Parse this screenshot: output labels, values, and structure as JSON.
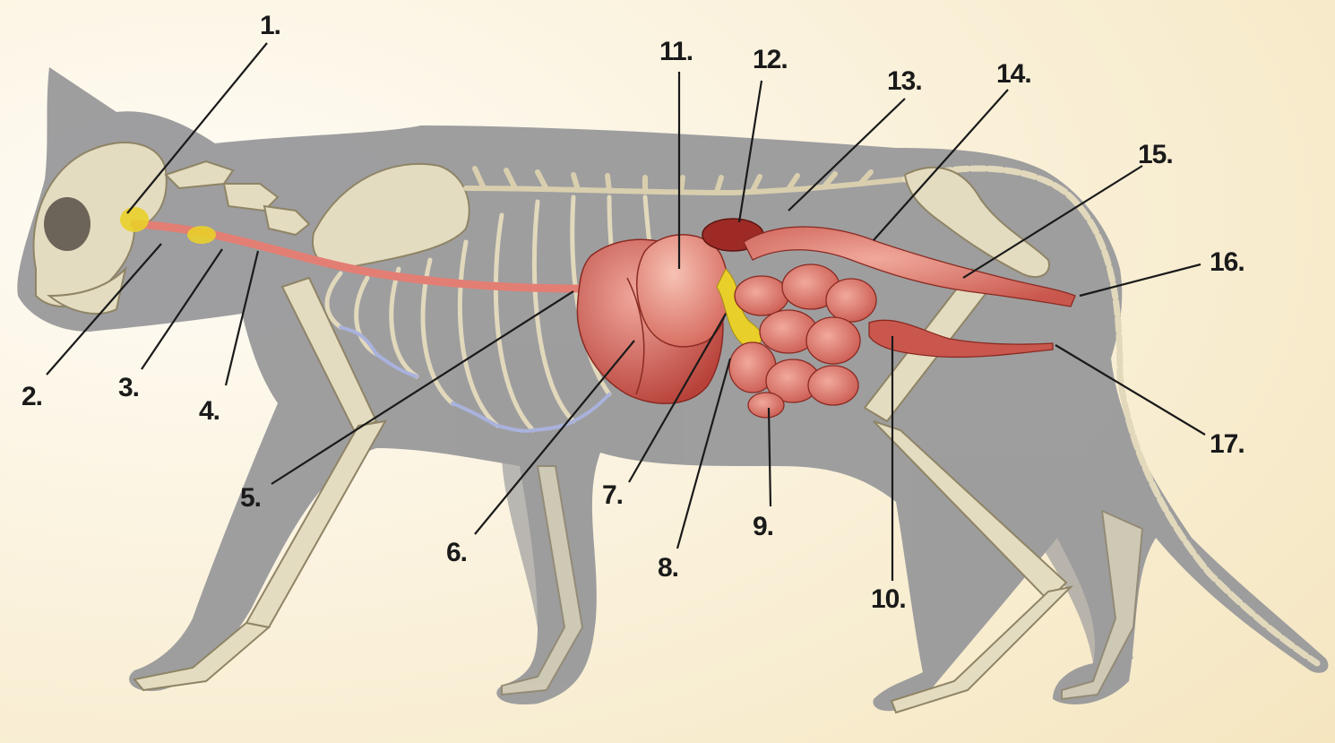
{
  "colors": {
    "background_light": "#fffaf0",
    "background_warm": "#f6e8c4",
    "silhouette": "#999a9c",
    "bone": "#e4dcc0",
    "organ": "#d9605a",
    "esophagus": "#e37e74",
    "gland": "#e9cf2a"
  },
  "labels": [
    {
      "id": "1",
      "text": "1."
    },
    {
      "id": "2",
      "text": "2."
    },
    {
      "id": "3",
      "text": "3."
    },
    {
      "id": "4",
      "text": "4."
    },
    {
      "id": "5",
      "text": "5."
    },
    {
      "id": "6",
      "text": "6."
    },
    {
      "id": "7",
      "text": "7."
    },
    {
      "id": "8",
      "text": "8."
    },
    {
      "id": "9",
      "text": "9."
    },
    {
      "id": "10",
      "text": "10."
    },
    {
      "id": "11",
      "text": "11."
    },
    {
      "id": "12",
      "text": "12."
    },
    {
      "id": "13",
      "text": "13."
    },
    {
      "id": "14",
      "text": "14."
    },
    {
      "id": "15",
      "text": "15."
    },
    {
      "id": "16",
      "text": "16."
    },
    {
      "id": "17",
      "text": "17."
    }
  ]
}
